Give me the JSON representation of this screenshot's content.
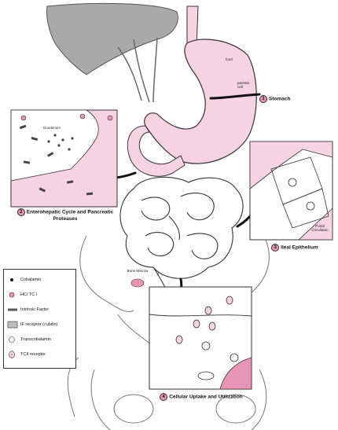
{
  "callouts": {
    "stomach": {
      "num": "1",
      "label": "Stomach"
    },
    "enterohepatic": {
      "num": "2",
      "label": "Enterohepatic Cycle and Pancreatic Proteases"
    },
    "ileal": {
      "num": "3",
      "label": "Ileal Epithelium"
    },
    "cellular": {
      "num": "4",
      "label": "Cellular Uptake and Utilization"
    }
  },
  "inset_labels": {
    "duodenum": "Duodenum",
    "portal_circulation": "Portal Circulation",
    "bone_marrow": "Bone Marrow",
    "food": "food",
    "parietal": "parietal cell"
  },
  "legend": [
    {
      "icon": "cobalamin-dot-icon",
      "label": "Cobalamin"
    },
    {
      "icon": "hc-tc-icon",
      "label": "HC/ TC I"
    },
    {
      "icon": "intrinsic-factor-icon",
      "label": "Intrinsic Factor"
    },
    {
      "icon": "if-receptor-icon",
      "label": "IF receptor (cubilin)"
    },
    {
      "icon": "transcobalamin-icon",
      "label": "Transcobalamin"
    },
    {
      "icon": "tcii-receptor-icon",
      "label": "TCII receptor"
    }
  ],
  "colors": {
    "pink": "#f6d3e1",
    "pink_dark": "#e895b5",
    "grey": "#a9a9a9",
    "outline": "#333333"
  }
}
